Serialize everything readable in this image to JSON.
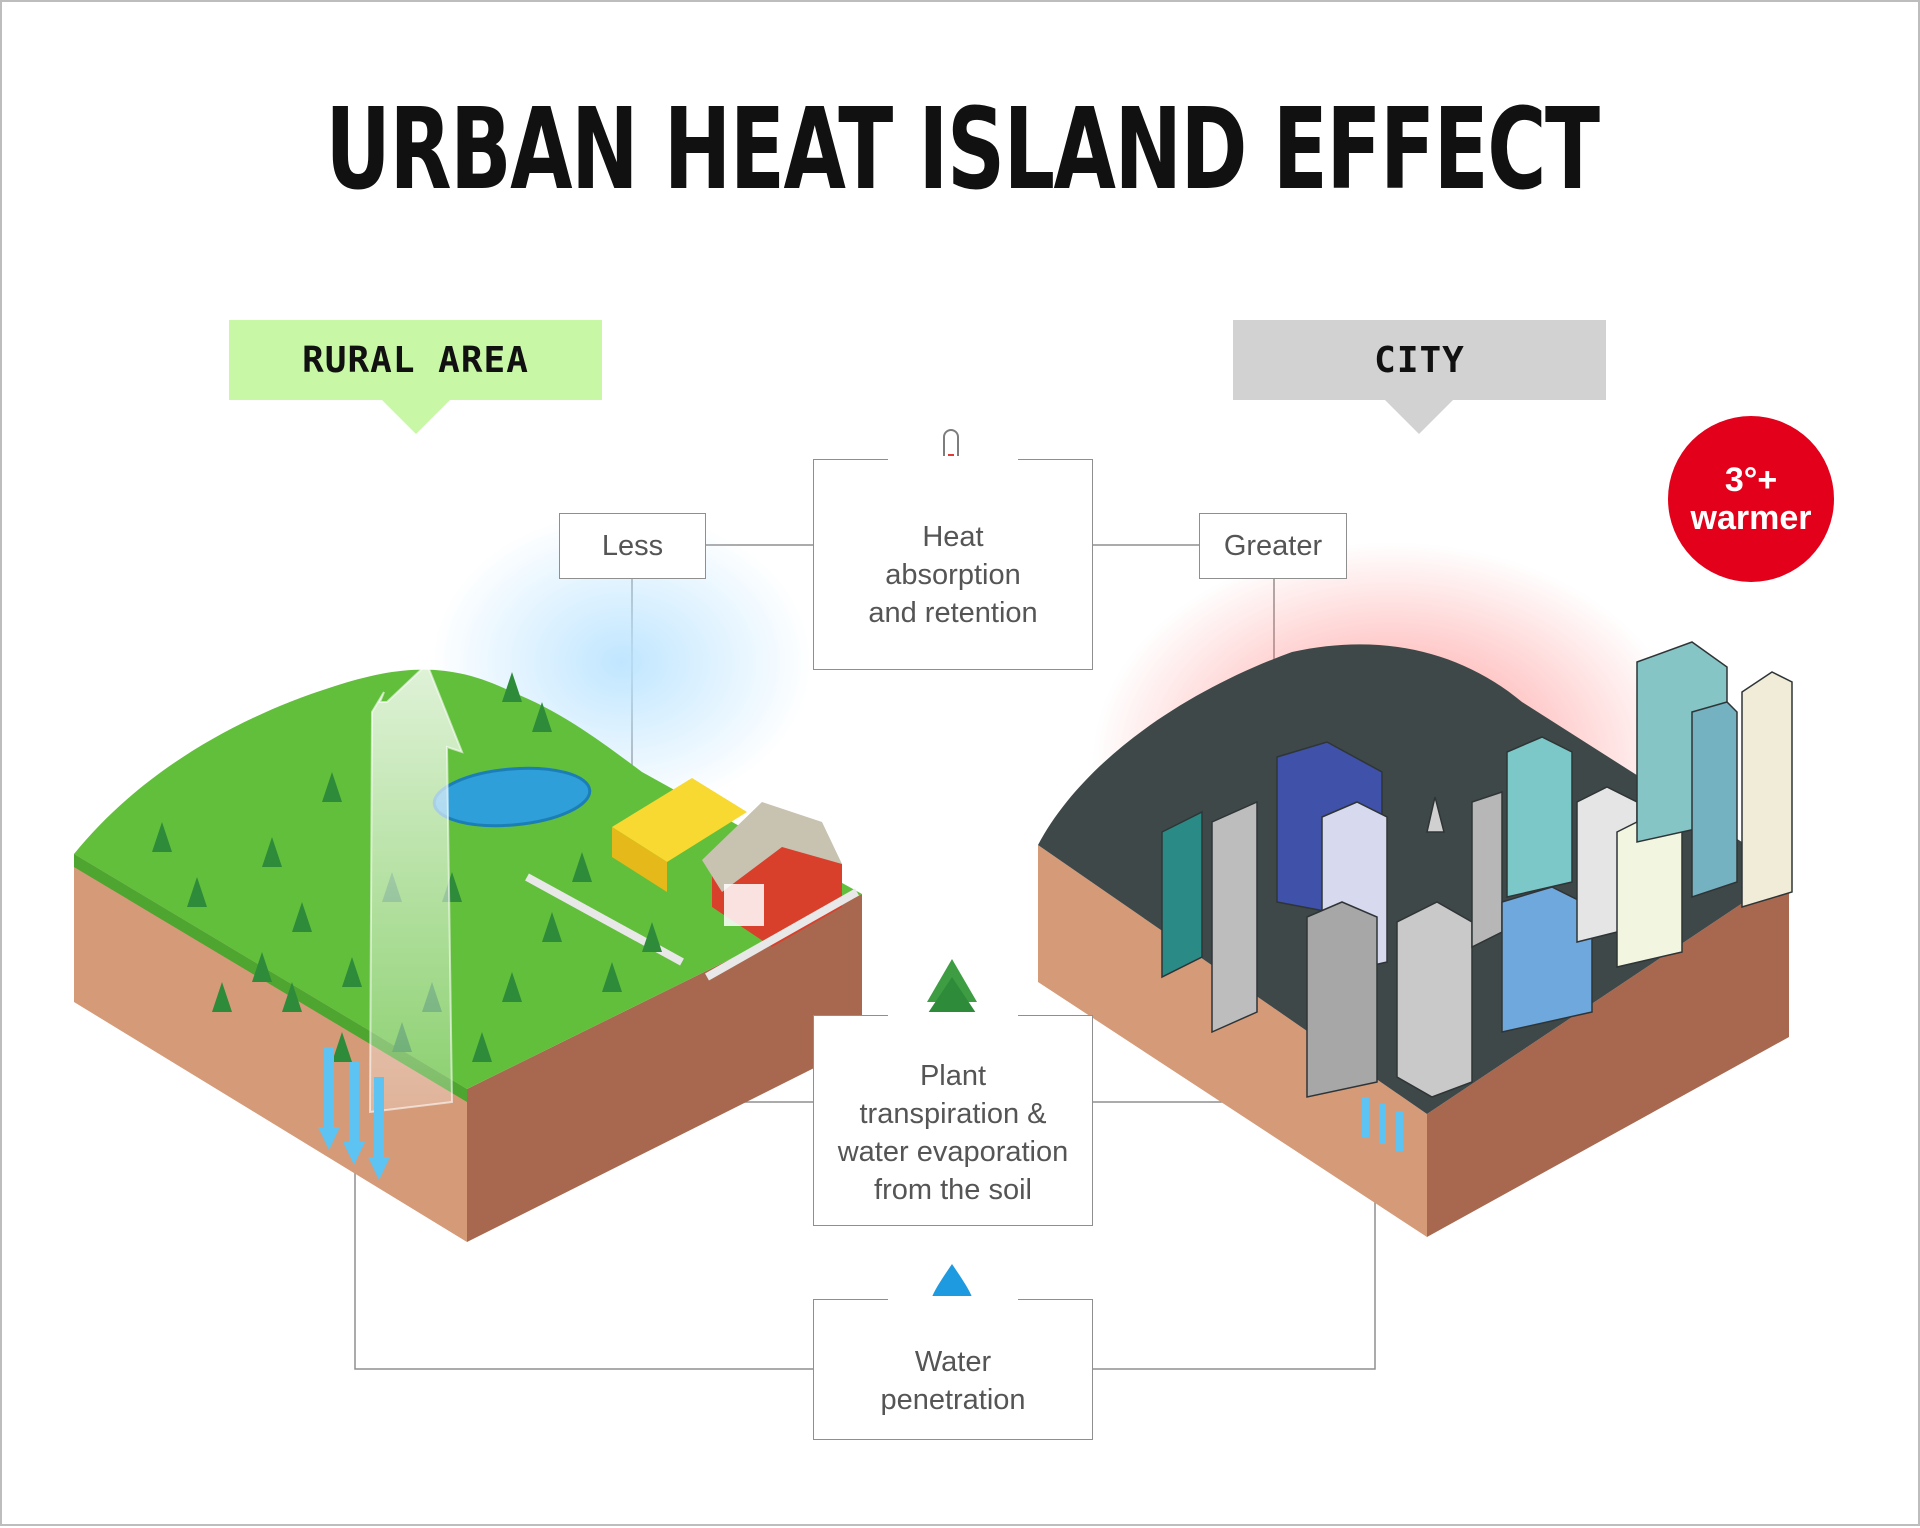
{
  "title": "URBAN HEAT ISLAND EFFECT",
  "rural": {
    "label": "RURAL AREA"
  },
  "city": {
    "label": "CITY"
  },
  "badge": {
    "line1": "3°+",
    "line2": "warmer"
  },
  "factors": {
    "heat": {
      "label_lines": [
        "Heat",
        "absorption",
        "and retention"
      ],
      "rural_value": "Less",
      "city_value": "Greater",
      "icon": "thermometer-icon"
    },
    "transpiration": {
      "label_lines": [
        "Plant",
        "transpiration &",
        "water evaporation",
        "from the soil"
      ],
      "icon": "tree-icon"
    },
    "water": {
      "label_lines": [
        "Water",
        "penetration"
      ],
      "icon": "water-drop-icon"
    }
  },
  "colors": {
    "rural_banner": "#c8f7a6",
    "city_banner": "#d2d2d2",
    "badge": "#e2001a",
    "grass": "#62bf3b",
    "soil": "#d59a78",
    "asphalt": "#3e4849",
    "water": "#41a9e0",
    "heat_glow": "#ff7373",
    "cool_glow": "#b9e3ff"
  }
}
